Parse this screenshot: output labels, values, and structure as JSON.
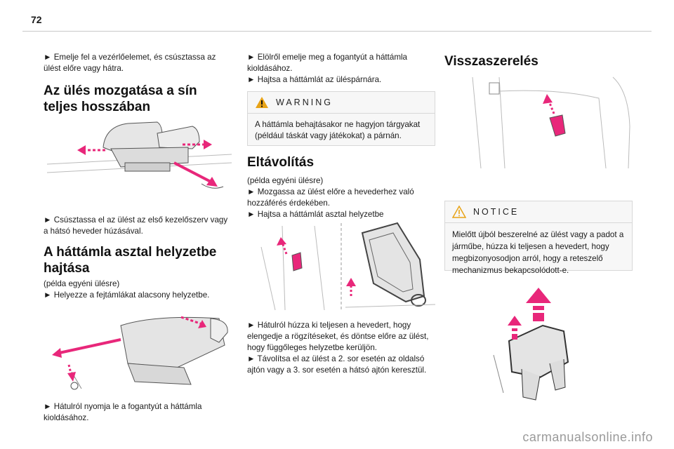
{
  "page": {
    "number": "72"
  },
  "col1": {
    "intro": "► Emelje fel a vezérlőelemet, és csúsztassa az ülést előre vagy hátra.",
    "h_slide": "Az ülés mozgatása a sín teljes hosszában",
    "slide_text": "► Csúsztassa el az ülést az első kezelőszerv vagy a hátsó heveder húzásával.",
    "h_table": "A háttámla asztal helyzetbe hajtása",
    "table_text1": "(példa egyéni ülésre)",
    "table_text2": "► Helyezze a fejtámlákat alacsony helyzetbe.",
    "table_text3": "► Hátulról nyomja le a fogantyút a háttámla kioldásához."
  },
  "col2": {
    "text1": "► Elölről emelje meg a fogantyút a háttámla kioldásához.",
    "text2": "► Hajtsa a háttámlát az üléspárnára.",
    "warning_title": "WARNING",
    "warning_text": "A háttámla behajtásakor ne hagyjon tárgyakat (például táskát vagy játékokat) a párnán.",
    "h_remove": "Eltávolítás",
    "remove_text1": "(példa egyéni ülésre)",
    "remove_text2": "► Mozgassa az ülést előre a hevederhez való hozzáférés érdekében.",
    "remove_text3": "► Hajtsa a háttámlát asztal helyzetbe",
    "remove_text4": "► Hátulról húzza ki teljesen a hevedert, hogy elengedje a rögzítéseket, és döntse előre az ülést, hogy függőleges helyzetbe kerüljön.",
    "remove_text5": "► Távolítsa el az ülést a 2. sor esetén az oldalsó ajtón vagy a 3. sor esetén a hátsó ajtón keresztül."
  },
  "col3": {
    "h_refit": "Visszaszerelés",
    "notice_title": "NOTICE",
    "notice_text": "Mielőtt újból beszerelné az ülést vagy a padot a járműbe, húzza ki teljesen a hevedert, hogy megbizonyosodjon arról, hogy a reteszelő mechanizmus bekapcsolódott-e."
  },
  "footer": {
    "watermark": "carmanualsonline.info"
  },
  "colors": {
    "accent": "#e8277a",
    "warning_orange": "#e8a317",
    "text": "#1a1a1a"
  }
}
